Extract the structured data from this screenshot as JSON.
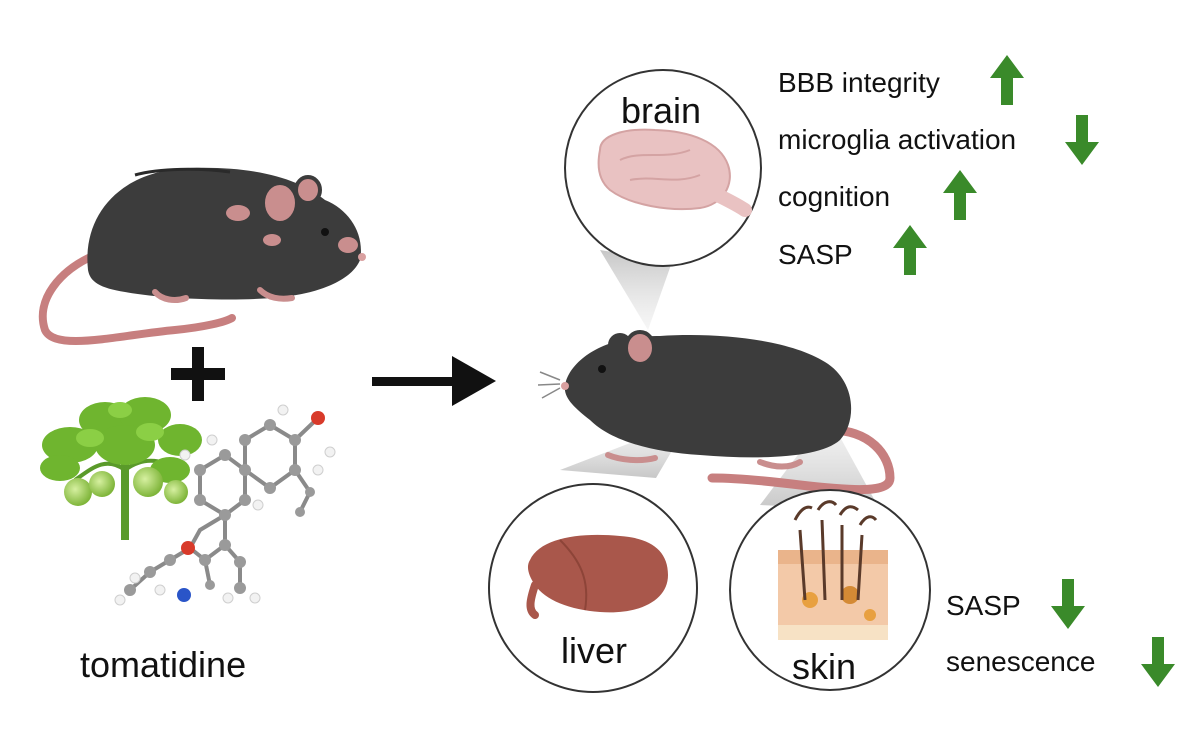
{
  "compound_label": "tomatidine",
  "organs": {
    "brain": "brain",
    "liver": "liver",
    "skin": "skin"
  },
  "brain_effects": [
    {
      "label": "BBB integrity",
      "direction": "up"
    },
    {
      "label": "microglia activation",
      "direction": "down"
    },
    {
      "label": "cognition",
      "direction": "up"
    },
    {
      "label": "SASP",
      "direction": "up"
    }
  ],
  "skin_effects": [
    {
      "label": "SASP",
      "direction": "down"
    },
    {
      "label": "senescence",
      "direction": "down"
    }
  ],
  "colors": {
    "arrow_green": "#3a8a2a",
    "mouse_dark": "#3c3c3c",
    "mouse_pink": "#c98e8e",
    "tail": "#c77f7f",
    "organ_pink": "#e9c2c2",
    "liver": "#a9574b"
  },
  "icons": [
    "aged-mouse-icon",
    "plus-icon",
    "tomato-plant-icon",
    "molecule-icon",
    "arrow-right-icon",
    "treated-mouse-icon",
    "brain-icon",
    "liver-icon",
    "skin-icon",
    "arrow-up-icon",
    "arrow-down-icon"
  ]
}
